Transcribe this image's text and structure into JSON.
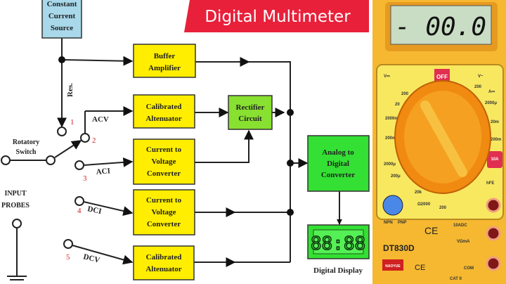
{
  "title": "Digital Multimeter",
  "blocks": {
    "constant_current_source": [
      "Constant",
      "Current",
      "Source"
    ],
    "buffer_amplifier": [
      "Buffer",
      "Amplifier"
    ],
    "calibrated_attenuator_1": [
      "Calibrated",
      "Altenuator"
    ],
    "rectifier_circuit": [
      "Rectifier",
      "Circuit"
    ],
    "current_to_voltage_1": [
      "Current to",
      "Voltage",
      "Converter"
    ],
    "current_to_voltage_2": [
      "Current to",
      "Voltage",
      "Converter"
    ],
    "calibrated_attenuator_2": [
      "Calibrated",
      "Altenuator"
    ],
    "adc": [
      "Analog to",
      "Digital",
      "Converter"
    ],
    "digital_display_value": "88:88",
    "digital_display_label": "Digital Display"
  },
  "labels": {
    "res": "Res.",
    "acv": "ACV",
    "aci": "ACI",
    "dci": "DCI",
    "dcv": "DCV",
    "switch": [
      "Rotatory",
      "Switch"
    ],
    "probes": [
      "INPUT",
      "PROBES"
    ],
    "n1": "1",
    "n2": "2",
    "n3": "3",
    "n4": "4",
    "n5": "5"
  },
  "meter": {
    "reading": "- 00.0",
    "model": "DT830D",
    "brand": "NAOYUE",
    "off": "OFF",
    "ce": "CE",
    "ports": [
      "10ADC",
      "VΩmA",
      "COM"
    ],
    "cat": "CAT II",
    "npn": "NPN",
    "pnp": "PNP",
    "ranges_left": [
      "V⎓",
      "200",
      "20",
      "2000m",
      "200m",
      "2000μ",
      "200μ",
      "20k",
      "Ω2000",
      "200"
    ],
    "ranges_right": [
      "V~",
      "200",
      "A⎓",
      "2000μ",
      "20m",
      "200m",
      "10A",
      "hFE"
    ]
  },
  "colors": {
    "banner": "#e8203a",
    "block_yellow": "#ffee00",
    "block_green": "#33e033",
    "rectifier": "#88e030",
    "source": "#a8d8ea",
    "meter_body": "#f5b830"
  }
}
